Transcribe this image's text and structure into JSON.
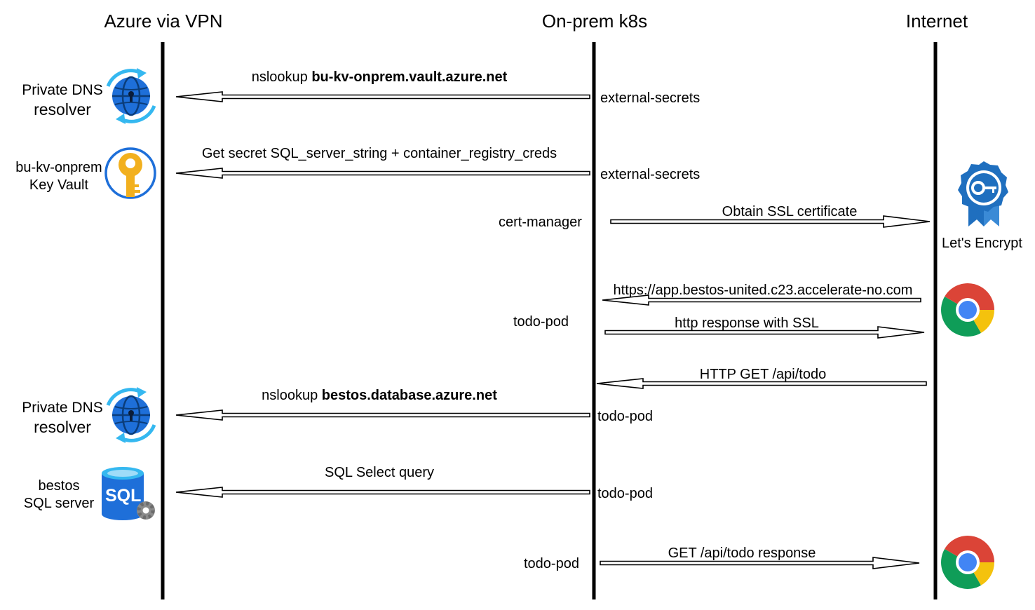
{
  "lanes": {
    "azure": "Azure via VPN",
    "onprem": "On-prem k8s",
    "internet": "Internet"
  },
  "actors": {
    "dns1": {
      "line1": "Private DNS",
      "line2": "resolver",
      "icon": "dns-globe-icon"
    },
    "keyvault": {
      "line1": "bu-kv-onprem",
      "line2": "Key Vault",
      "icon": "key-vault-icon"
    },
    "letsencrypt": {
      "label": "Let's Encrypt",
      "icon": "certificate-badge-icon"
    },
    "dns2": {
      "line1": "Private DNS",
      "line2": "resolver",
      "icon": "dns-globe-icon"
    },
    "sql": {
      "line1": "bestos",
      "line2": "SQL server",
      "icon": "sql-database-icon"
    },
    "browser1": {
      "icon": "chrome-icon"
    },
    "browser2": {
      "icon": "chrome-icon"
    }
  },
  "messages": [
    {
      "prefix": "nslookup ",
      "bold": "bu-kv-onprem.vault.azure.net",
      "direction": "to-azure"
    },
    {
      "prefix": "Get secret SQL_server_string + container_registry_creds",
      "bold": "",
      "direction": "to-azure"
    },
    {
      "prefix": "Obtain SSL certificate",
      "bold": "",
      "direction": "to-internet"
    },
    {
      "prefix": "https://app.bestos-united.c23.accelerate-no.com",
      "bold": "",
      "direction": "from-internet"
    },
    {
      "prefix": "http response with SSL",
      "bold": "",
      "direction": "to-internet"
    },
    {
      "prefix": "HTTP GET /api/todo",
      "bold": "",
      "direction": "from-internet"
    },
    {
      "prefix": "nslookup ",
      "bold": "bestos.database.azure.net",
      "direction": "to-azure"
    },
    {
      "prefix": "SQL Select query",
      "bold": "",
      "direction": "to-azure"
    },
    {
      "prefix": "GET /api/todo response",
      "bold": "",
      "direction": "to-internet"
    }
  ],
  "components": [
    "external-secrets",
    "external-secrets",
    "cert-manager",
    "todo-pod",
    "todo-pod",
    "todo-pod",
    "todo-pod"
  ],
  "colors": {
    "azure_blue": "#1e6fd9",
    "azure_cyan": "#35b8f0",
    "keyvault_gold": "#f2b01e",
    "chrome_red": "#db4437",
    "chrome_yellow": "#f4c20d",
    "chrome_green": "#0f9d58",
    "chrome_blue": "#4285f4",
    "cert_blue": "#1f6fbf"
  }
}
